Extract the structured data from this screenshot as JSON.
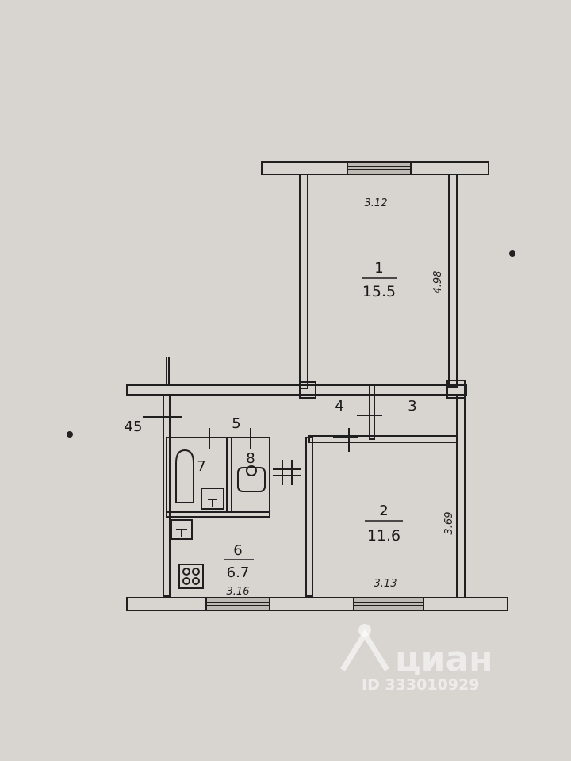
{
  "rooms": [
    {
      "number": "1",
      "area": "15.5"
    },
    {
      "number": "2",
      "area": "11.6"
    },
    {
      "number": "3"
    },
    {
      "number": "4"
    },
    {
      "number": "5"
    },
    {
      "number": "6",
      "area": "6.7"
    },
    {
      "number": "7"
    },
    {
      "number": "8"
    }
  ],
  "dimensions": {
    "room1_width": "3.12",
    "room1_length": "4.98",
    "room2_width": "3.13",
    "room2_length": "3.69",
    "kitchen_width": "3.16",
    "side_mark": "45"
  },
  "watermark": {
    "brand": "циан",
    "id": "ID 333010929"
  },
  "colors": {
    "paper": "#d8d5d0",
    "ink": "#1a1a1a"
  },
  "icons": [
    "bathtub-icon",
    "toilet-icon",
    "stove-icon",
    "sink-icon",
    "house-logo-icon"
  ]
}
